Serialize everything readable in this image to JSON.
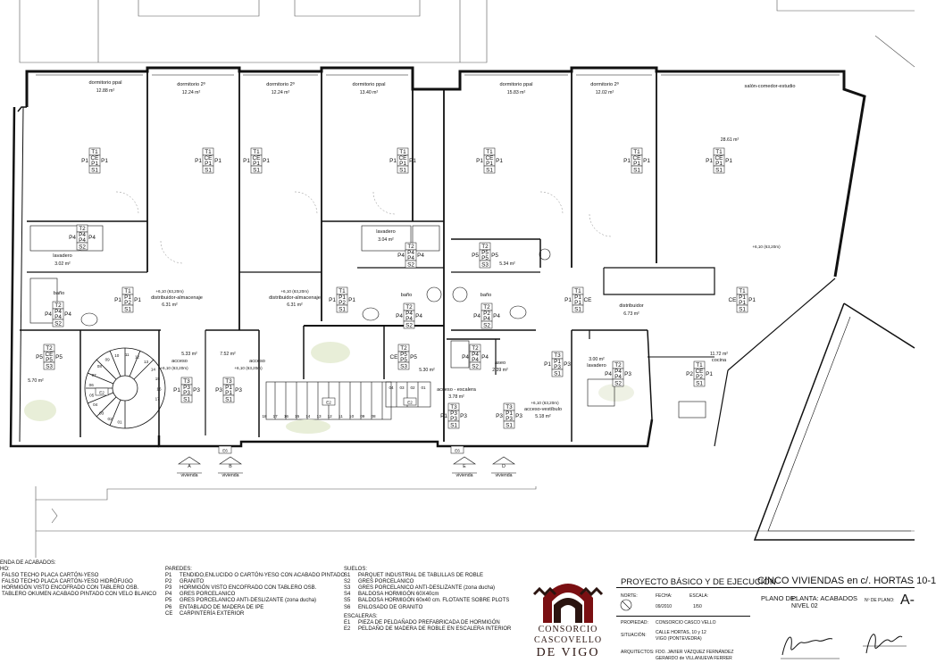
{
  "rooms": [
    {
      "id": "dorm-ppal-1",
      "name": "dormitorio ppal",
      "area": "12.88 m²"
    },
    {
      "id": "dorm-2-1",
      "name": "dormitorio 2º",
      "area": "12.24 m²"
    },
    {
      "id": "dorm-2-2",
      "name": "dormitorio 2º",
      "area": "12.24 m²"
    },
    {
      "id": "dorm-ppal-2",
      "name": "dormitorio ppal",
      "area": "13.40 m²"
    },
    {
      "id": "dorm-ppal-3",
      "name": "dormitorio ppal",
      "area": "15.83 m²"
    },
    {
      "id": "dorm-2-3",
      "name": "dormitorio 2º",
      "area": "12.02 m²"
    },
    {
      "id": "salon",
      "name": "salón-comedor-estudio",
      "area": "28.61 m²"
    },
    {
      "id": "lavadero-1",
      "name": "lavadero",
      "area": "3.02 m²"
    },
    {
      "id": "lavadero-2",
      "name": "lavadero",
      "area": "3.04 m²"
    },
    {
      "id": "lavadero-3",
      "name": "lavadero",
      "area": "3.00 m²"
    },
    {
      "id": "bano-1",
      "name": "baño",
      "area": ""
    },
    {
      "id": "bano-2",
      "name": "baño",
      "area": ""
    },
    {
      "id": "bano-3",
      "name": "baño",
      "area": ""
    },
    {
      "id": "distrib-1",
      "name": "distribuidor-almacenaje",
      "area": "6.31 m²"
    },
    {
      "id": "distrib-2",
      "name": "distribuidor-almacenaje",
      "area": "6.31 m²"
    },
    {
      "id": "distrib-3",
      "name": "distribuidor",
      "area": "6.73 m²"
    },
    {
      "id": "acceso-1",
      "name": "acceso",
      "area": "5.33 m²"
    },
    {
      "id": "acceso-2",
      "name": "acceso",
      "area": "7.52 m²"
    },
    {
      "id": "acceso-escalera",
      "name": "acceso - escalera",
      "area": "3.78 m²"
    },
    {
      "id": "acceso-vestibulo",
      "name": "acceso-vestíbulo",
      "area": "5.18 m²"
    },
    {
      "id": "aseo",
      "name": "aseo",
      "area": "2.39 m²"
    },
    {
      "id": "cocina",
      "name": "cocina",
      "area": "11.72 m²"
    }
  ],
  "extra_areas": {
    "a1": "5.70 m²",
    "a2": "5.34 m²",
    "a3": "5.30 m²"
  },
  "level_note": "+6,10 (63,20m)",
  "access_labels": [
    {
      "letter": "A",
      "name": "vivienda"
    },
    {
      "letter": "B",
      "name": "vivienda"
    },
    {
      "letter": "E",
      "name": "vivienda"
    },
    {
      "letter": "D",
      "name": "vivienda"
    }
  ],
  "stair_tags": {
    "e2a": "E2",
    "e2b": "E2",
    "e2c": "E2",
    "e6a": "E6",
    "e6b": "E6"
  },
  "stair_numbers_left": [
    "01",
    "02",
    "03",
    "04",
    "05",
    "06",
    "07",
    "08",
    "09",
    "10",
    "11",
    "12",
    "13",
    "14",
    "15",
    "16",
    "17"
  ],
  "stair_numbers_mid": [
    "18",
    "17",
    "16",
    "15",
    "14",
    "13",
    "12",
    "11",
    "10",
    "09",
    "08"
  ],
  "stair_numbers_mid2": [
    "04",
    "03",
    "02",
    "01"
  ],
  "finish_tags": {
    "t1": "T1",
    "t2": "T2",
    "t3": "T3",
    "ce": "CE",
    "s1": "S1",
    "s2": "S2",
    "s3": "S3",
    "p1": "P1",
    "p2": "P2",
    "p3": "P3",
    "p4": "P4",
    "p5": "P5"
  },
  "legend": {
    "title": "ENDA DE ACABADOS:",
    "techos_head": "HO:",
    "techos": [
      "FALSO TECHO PLACA CARTÓN-YESO",
      "FALSO TECHO PLACA CARTÓN-YESO HIDRÓFUGO",
      "HORMIGÓN VISTO ENCOFRADO CON TABLERO OSB.",
      "TABLERO OKUMEN ACABADO PINTADO CON VELO BLANCO"
    ],
    "paredes_head": "PAREDES:",
    "paredes": [
      {
        "code": "P1",
        "text": "TENDIDO,ENLUCIDO O CARTÓN-YESO CON ACABADO PINTADO"
      },
      {
        "code": "P2",
        "text": "GRANITO"
      },
      {
        "code": "P3",
        "text": "HORMIGÓN VISTO ENCOFRADO CON TABLERO OSB."
      },
      {
        "code": "P4",
        "text": "GRES PORCELANICO"
      },
      {
        "code": "P5",
        "text": "GRES PORCELANICO ANTI-DESLIZANTE (zona ducha)"
      },
      {
        "code": "P6",
        "text": "ENTABLADO DE MADERA DE IPE"
      },
      {
        "code": "CE",
        "text": "CARPINTERÍA EXTERIOR"
      }
    ],
    "suelos_head": "SUELOS:",
    "suelos": [
      {
        "code": "S1",
        "text": "PARQUET INDUSTRIAL DE TABLILLAS DE ROBLE"
      },
      {
        "code": "S2",
        "text": "GRES PORCELANICO"
      },
      {
        "code": "S3",
        "text": "GRES PORCELANICO ANTI-DESLIZANTE (zona ducha)"
      },
      {
        "code": "S4",
        "text": "BALDOSA HORMIGÓN 60X40cm"
      },
      {
        "code": "S5",
        "text": "BALDOSA HORMIGÓN 60x40 cm. FLOTANTE SOBRE PLOTS"
      },
      {
        "code": "S6",
        "text": "ENLOSADO DE GRANITO"
      }
    ],
    "escaleras_head": "ESCALERAS:",
    "escaleras": [
      {
        "code": "E1",
        "text": "PIEZA DE PELDAÑADO PREFABRICADA DE HORMIGÓN"
      },
      {
        "code": "E2",
        "text": "PELDAÑO DE MADERA DE ROBLE EN ESCALERA INTERIOR"
      }
    ]
  },
  "logo": {
    "line1": "CONSORCIO",
    "line2": "CASCOVELLO",
    "line3": "DE VIGO",
    "color": "#7a0f12"
  },
  "title_block": {
    "project_type": "PROYECTO BÁSICO Y DE EJECUCIÓN",
    "project_name": "CINCO VIVIENDAS en c/. HORTAS  10-1",
    "norte_label": "NORTE:",
    "fecha_label": "FECHA:",
    "fecha": "09/2010",
    "escala_label": "ESCALA:",
    "escala": "1/50",
    "plano_de_label": "PLANO DE:",
    "plano_de": "PLANTA: ACABADOS",
    "nivel": "NIVEL 02",
    "num_plano_label": "Nº DE PLANO:",
    "num_plano": "A-",
    "propiedad_label": "PROPIEDAD:",
    "propiedad": "CONSORCIO CASCO VELLO",
    "situacion_label": "SITUACIÓN:",
    "situacion_1": "CALLE HORTAS, 10 y 12",
    "situacion_2": "VIGO (PONTEVEDRA)",
    "arquitectos_label": "ARQUITECTOS:",
    "arquitecto_1": "FDO. JAVIER VÁZQUEZ FERNÁNDEZ",
    "arquitecto_2": "GERARDO de VILLANUEVA FERRER"
  }
}
